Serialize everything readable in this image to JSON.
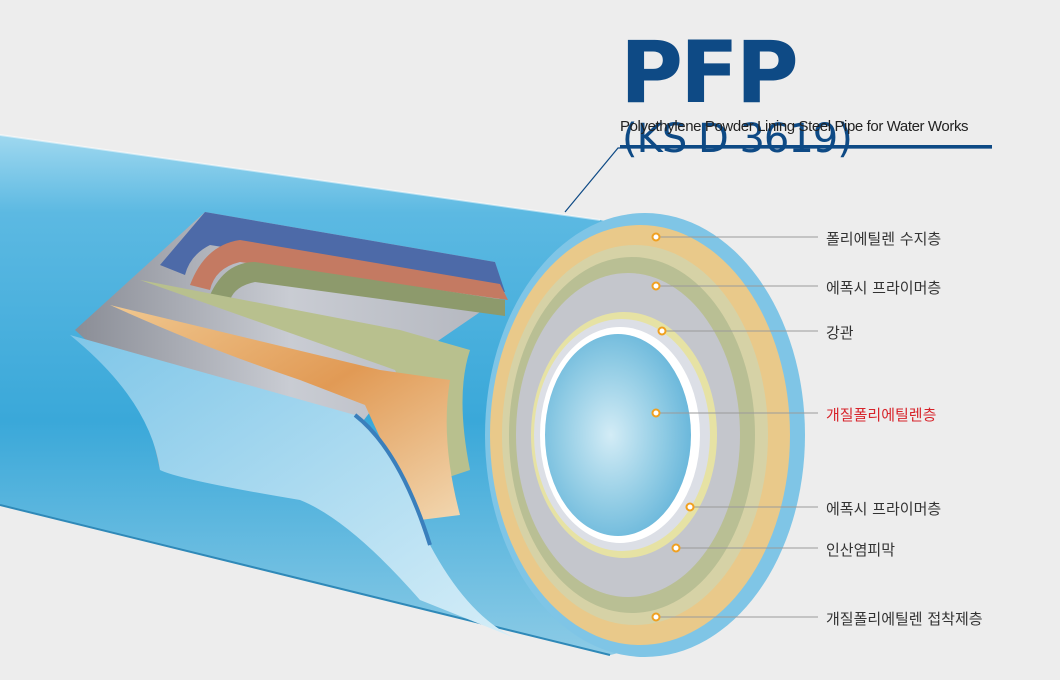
{
  "header": {
    "title": "PFP",
    "code": "(KS D 3619)",
    "subtitle": "Polyethylene Powder Lining Steel Pipe for Water Works"
  },
  "layers": [
    {
      "label": "폴리에틸렌 수지층",
      "highlight": false
    },
    {
      "label": "에폭시 프라이머층",
      "highlight": false
    },
    {
      "label": "강관",
      "highlight": false
    },
    {
      "label": "개질폴리에틸렌층",
      "highlight": true
    },
    {
      "label": "에폭시 프라이머층",
      "highlight": false
    },
    {
      "label": "인산염피막",
      "highlight": false
    },
    {
      "label": "개질폴리에틸렌 접착제층",
      "highlight": false
    }
  ],
  "colors": {
    "title": "#0e4a85",
    "highlight_label": "#d7242b",
    "outer_pe": "#5bb6de",
    "adhesive": "#e9c98a",
    "primer": "#b9bf94",
    "steel": "#c4c6cc",
    "lining": "#d8dbe2",
    "marker": "#f0a020"
  }
}
